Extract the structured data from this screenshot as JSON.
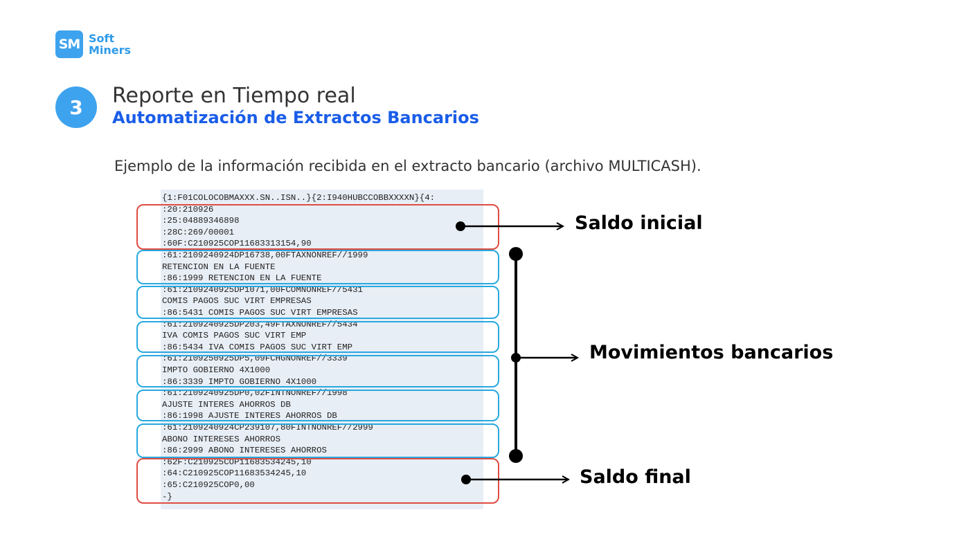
{
  "brand": {
    "mark": "SM",
    "line1": "Soft",
    "line2": "Miners"
  },
  "header": {
    "step_number": "3",
    "title": "Reporte en Tiempo real",
    "subtitle": "Automatización de Extractos Bancarios"
  },
  "description": "Ejemplo de la información recibida en el extracto bancario (archivo MULTICASH).",
  "statement_lines": [
    "{1:F01COLOCOBMAXXX.SN..ISN..}{2:I940HUBCCOBBXXXXN}{4:",
    ":20:210926",
    ":25:04889346898",
    ":28C:269/00001",
    ":60F:C210925COP11683313154,90",
    ":61:2109240924DP16738,00FTAXNONREF//1999",
    "RETENCION EN LA FUENTE",
    ":86:1999 RETENCION EN LA FUENTE",
    ":61:2109240925DP1071,00FCOMNONREF//5431",
    "COMIS PAGOS SUC VIRT EMPRESAS",
    ":86:5431 COMIS PAGOS SUC VIRT EMPRESAS",
    ":61:2109240925DP203,49FTAXNONREF//5434",
    "IVA COMIS PAGOS SUC VIRT EMP",
    ":86:5434 IVA COMIS PAGOS SUC VIRT EMP",
    ":61:2109250925DP5,09FCHGNONREF//3339",
    "IMPTO GOBIERNO 4X1000",
    ":86:3339 IMPTO GOBIERNO 4X1000",
    ":61:2109240925DP0,02FINTNONREF//1998",
    "AJUSTE INTERES AHORROS DB",
    ":86:1998 AJUSTE INTERES AHORROS DB",
    ":61:2109240924CP239107,80FINTNONREF//2999",
    "ABONO INTERESES AHORROS",
    ":86:2999 ABONO INTERESES AHORROS",
    ":62F:C210925COP11683534245,10",
    ":64:C210925COP11683534245,10",
    ":65:C210925COP0,00",
    "-}"
  ],
  "annotations": {
    "opening_balance": "Saldo inicial",
    "transactions": "Movimientos bancarios",
    "closing_balance": "Saldo final"
  },
  "colors": {
    "accent_blue": "#3ea3ee",
    "subtitle_blue": "#1a5de8",
    "balance_box": "#e04b40",
    "transaction_box": "#27a8e0",
    "code_background": "#e8eef5"
  }
}
